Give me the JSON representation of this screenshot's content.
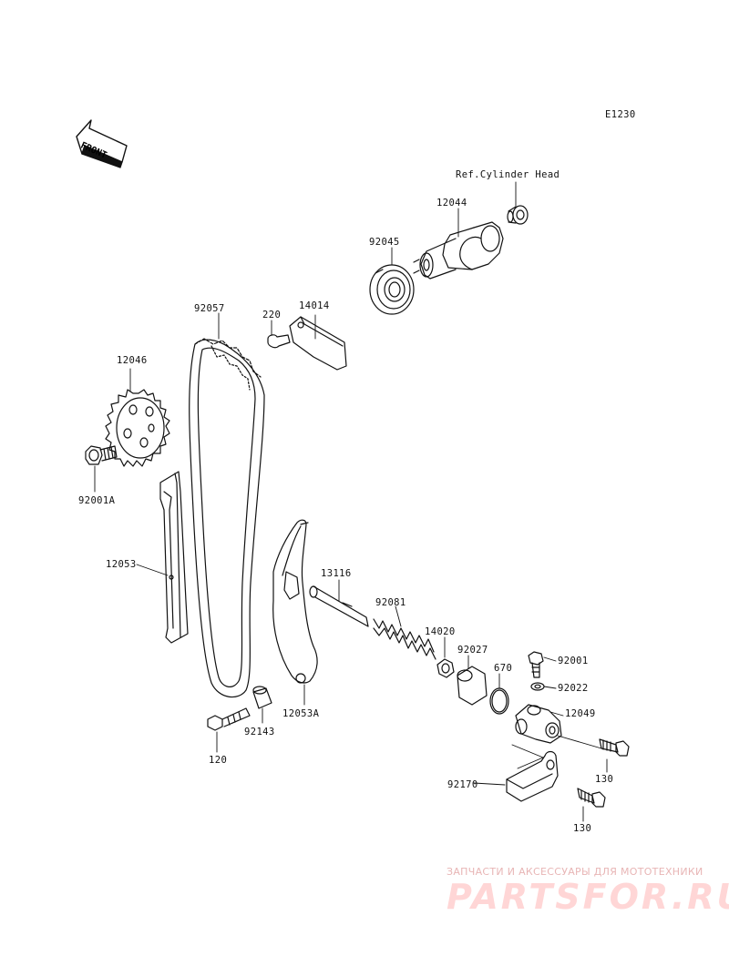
{
  "diagram_code": "E1230",
  "front_label": "FRONT",
  "reference_note": "Ref.Cylinder Head",
  "parts": {
    "p12044": "12044",
    "p92045": "92045",
    "p14014": "14014",
    "p220": "220",
    "p92057": "92057",
    "p12046": "12046",
    "p92001A": "92001A",
    "p12053": "12053",
    "p13116": "13116",
    "p92081": "92081",
    "p14020": "14020",
    "p92027": "92027",
    "p670": "670",
    "p92001": "92001",
    "p92022": "92022",
    "p12049": "12049",
    "p12053A": "12053A",
    "p92143": "92143",
    "p120": "120",
    "p130a": "130",
    "p92170": "92170",
    "p130b": "130"
  },
  "watermark": {
    "subtitle": "ЗАПЧАСТИ И АКСЕССУАРЫ ДЛЯ МОТОТЕХНИКИ",
    "brand": "PARTSFOR.RU"
  }
}
